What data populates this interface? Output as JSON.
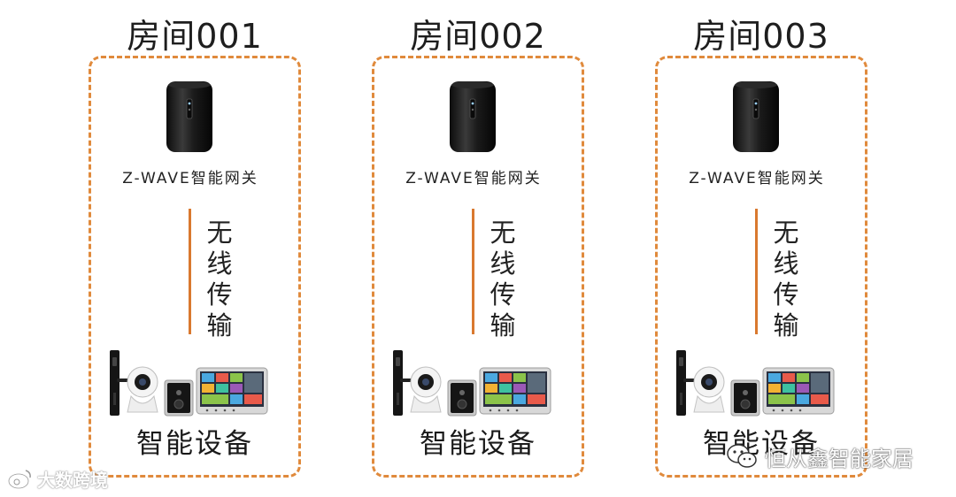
{
  "rooms": [
    {
      "title": "房间001",
      "gateway_label": "Z-WAVE智能网关",
      "transmission": [
        "无",
        "线",
        "传",
        "输"
      ],
      "devices_label": "智能设备"
    },
    {
      "title": "房间002",
      "gateway_label": "Z-WAVE智能网关",
      "transmission": [
        "无",
        "线",
        "传",
        "输"
      ],
      "devices_label": "智能设备"
    },
    {
      "title": "房间003",
      "gateway_label": "Z-WAVE智能网关",
      "transmission": [
        "无",
        "线",
        "传",
        "输"
      ],
      "devices_label": "智能设备"
    }
  ],
  "watermarks": {
    "left": "大数跨境",
    "right": "恒从鑫智能家居"
  },
  "colors": {
    "border": "#e08a3c",
    "connector": "#d9792f"
  },
  "icons": {
    "gateway": "gateway-device-icon",
    "devices": "smart-devices-icon",
    "left_watermark": "weibo-icon",
    "right_watermark": "wechat-icon"
  }
}
